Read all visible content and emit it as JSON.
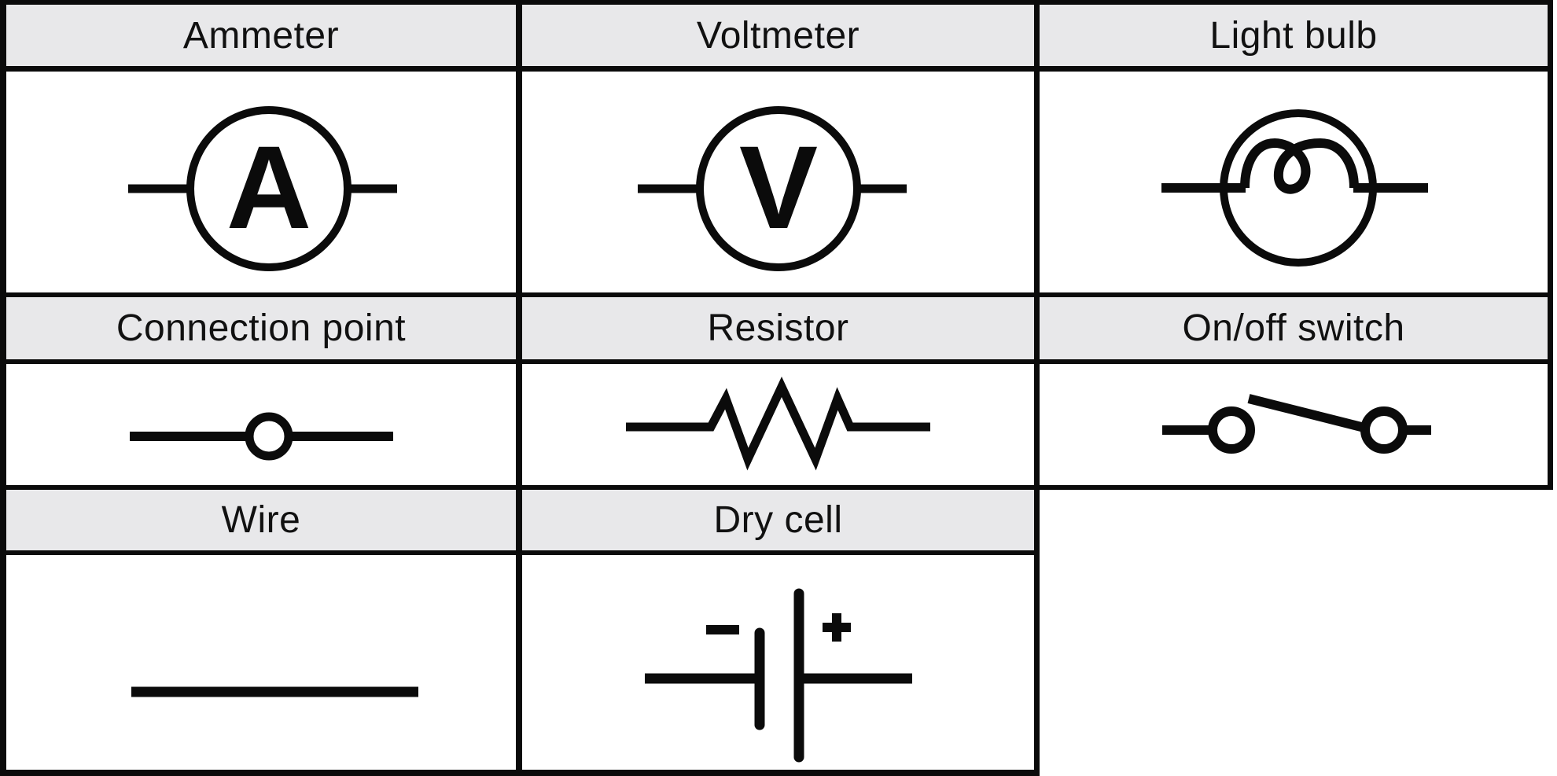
{
  "legend": {
    "items": [
      {
        "label": "Ammeter",
        "symbol": "ammeter",
        "letter": "A"
      },
      {
        "label": "Voltmeter",
        "symbol": "voltmeter",
        "letter": "V"
      },
      {
        "label": "Light bulb",
        "symbol": "light-bulb"
      },
      {
        "label": "Connection point",
        "symbol": "connection-point"
      },
      {
        "label": "Resistor",
        "symbol": "resistor"
      },
      {
        "label": "On/off switch",
        "symbol": "on-off-switch"
      },
      {
        "label": "Wire",
        "symbol": "wire"
      },
      {
        "label": "Dry cell",
        "symbol": "dry-cell",
        "polarity_negative": "−",
        "polarity_positive": "+"
      }
    ],
    "colors": {
      "header_bg": "#e8e8ea",
      "line": "#0b0b0b",
      "background": "#ffffff"
    }
  }
}
